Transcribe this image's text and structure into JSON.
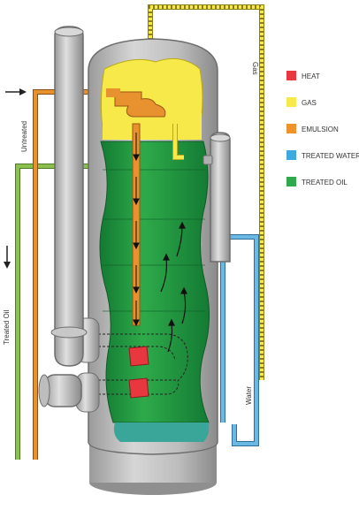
{
  "labels": {
    "gas": "Gas",
    "untreated": "Untreated",
    "treated_oil": "Treated Oil",
    "water": "Water"
  },
  "legend": [
    {
      "label": "HEAT",
      "color": "#e8373f"
    },
    {
      "label": "GAS",
      "color": "#f7e94a"
    },
    {
      "label": "EMULSION",
      "color": "#f0922b"
    },
    {
      "label": "TREATED WATER",
      "color": "#3da9de"
    },
    {
      "label": "TREATED OIL",
      "color": "#2eaa4a"
    }
  ],
  "colors": {
    "vessel": "#b5b5b5",
    "vessel_dark": "#8f8f8f",
    "oil": "#1f9a45",
    "oil_dark": "#137a33",
    "gas": "#f7e94a",
    "emulsion": "#e8912f",
    "water_pipe": "#6ab8e6",
    "oil_pipe": "#8cc152",
    "heat": "#e8373f",
    "water_bottom": "#3aa69a"
  }
}
